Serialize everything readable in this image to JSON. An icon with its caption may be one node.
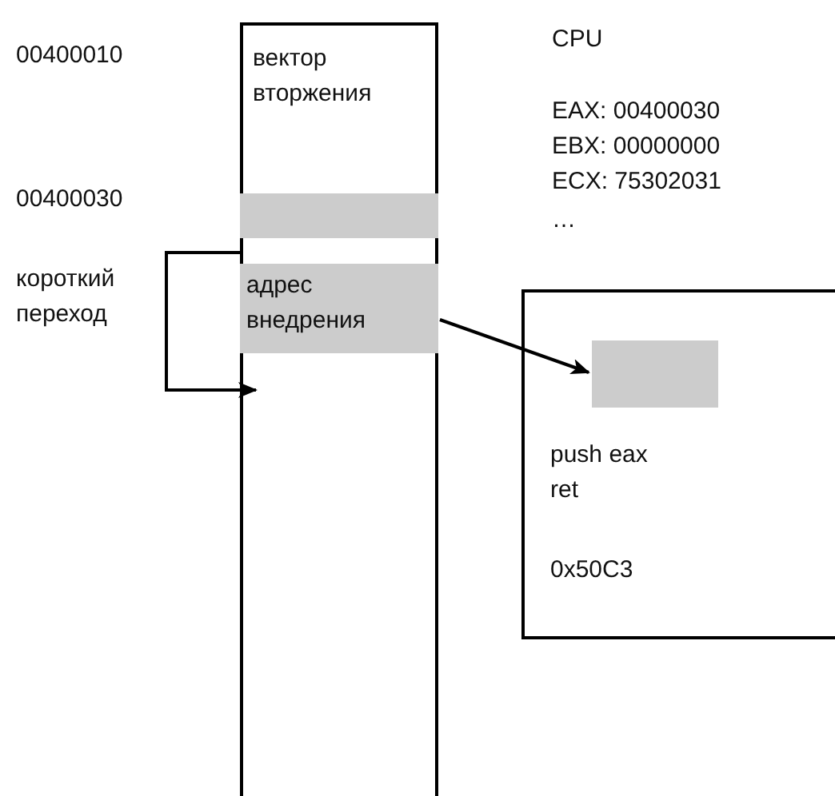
{
  "diagram": {
    "nodes": [
      {
        "text": [
          "вектор вторжения"
        ]
      },
      {
        "text": [],
        "shape": "bar",
        "in": 0
      },
      {
        "text": [
          "адрес внедрения"
        ],
        "in": 0
      },
      {
        "text": [
          "push eax ret",
          "0x50C3"
        ]
      },
      {
        "text": [],
        "shape": "bar",
        "in": 3
      }
    ],
    "edges": [
      {
        "from": 1,
        "to": null,
        "arrow": "to",
        "label": "короткий переход"
      },
      {
        "from": 2,
        "to": 4,
        "arrow": "to"
      }
    ],
    "labels": [
      "00400010",
      "CPU",
      "EAX: 00400030",
      "EBX: 00000000",
      "ECX: 75302031",
      "…",
      "00400030"
    ]
  }
}
